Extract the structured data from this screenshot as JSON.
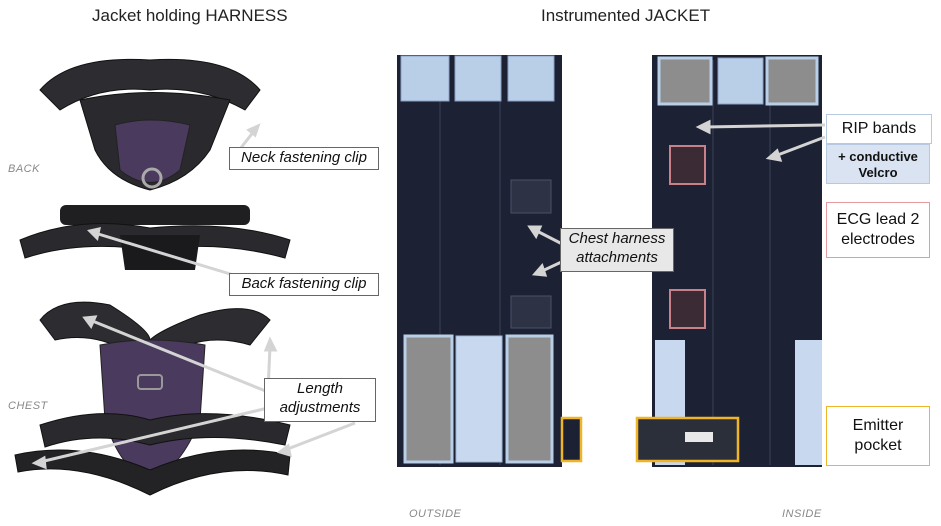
{
  "titles": {
    "left": "Jacket holding HARNESS",
    "right": "Instrumented JACKET"
  },
  "side_labels": {
    "back": "BACK",
    "chest": "CHEST",
    "outside": "OUTSIDE",
    "inside": "INSIDE"
  },
  "callouts": {
    "neck_clip": "Neck fastening clip",
    "back_clip": "Back fastening clip",
    "length_adjustments": [
      "Length",
      "adjustments"
    ],
    "chest_attachments": [
      "Chest harness",
      "attachments"
    ]
  },
  "legend": {
    "rip_bands": "RIP bands",
    "velcro": [
      "+ conductive",
      "Velcro"
    ],
    "ecg": [
      "ECG lead 2",
      "electrodes"
    ],
    "emitter": [
      "Emitter",
      "pocket"
    ]
  },
  "colors": {
    "jacket": "#1c2233",
    "harness_purple": "#4a3a5e",
    "harness_black": "#2a2a2e",
    "rip_band": "#b9cfe8",
    "velcro_grey": "#8d8d8d",
    "ecg_red": "#c98088",
    "emitter_yellow": "#f0b429"
  }
}
